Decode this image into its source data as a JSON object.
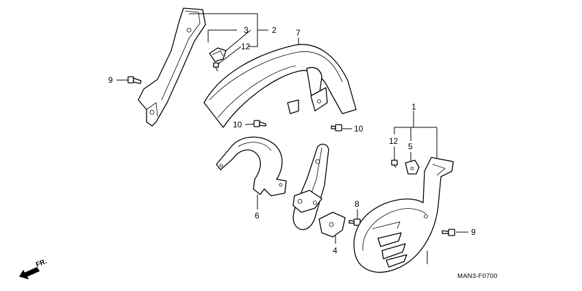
{
  "diagram": {
    "code": "MAN3-F0700",
    "direction_label": "FR.",
    "callouts": {
      "c1": "1",
      "c2": "2",
      "c3": "3",
      "c4": "4",
      "c5": "5",
      "c6": "6",
      "c7": "7",
      "c8": "8",
      "c9a": "9",
      "c9b": "9",
      "c10a": "10",
      "c10b": "10",
      "c12a": "12",
      "c12b": "12"
    }
  }
}
